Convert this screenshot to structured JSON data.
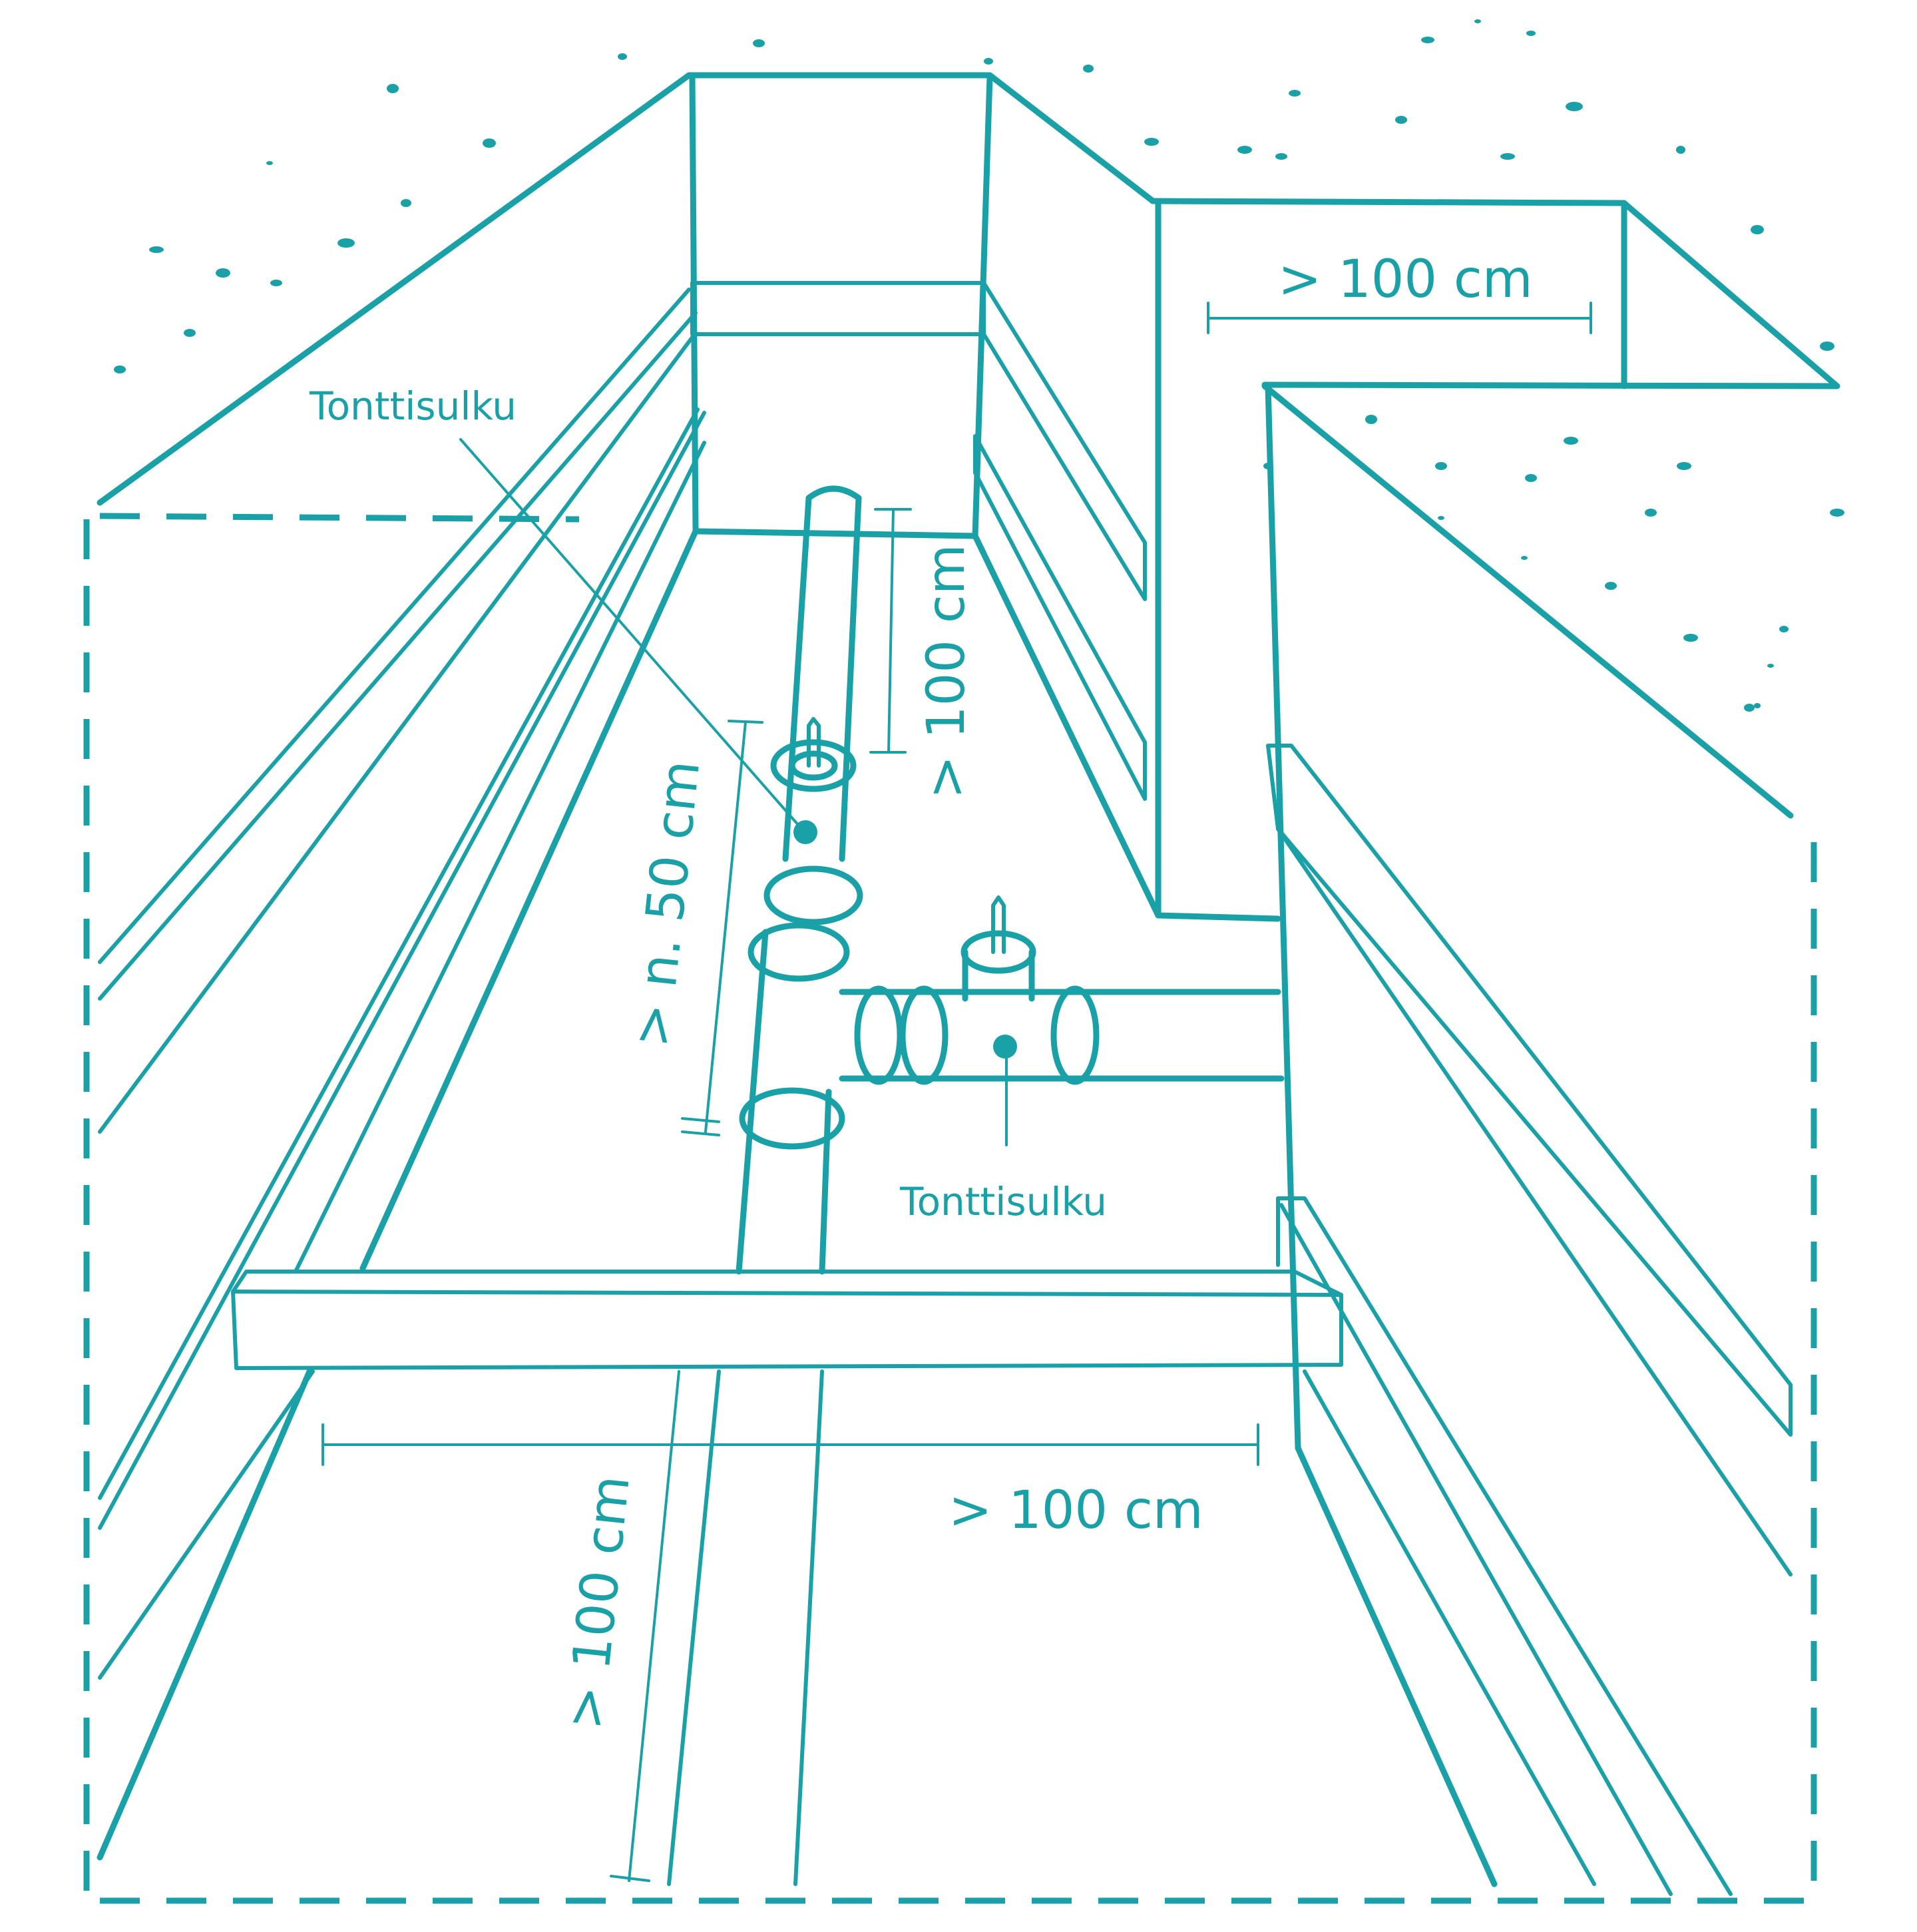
{
  "colors": {
    "line": "#1aa1a8",
    "background": "#ffffff"
  },
  "labels": {
    "valve_label_1": "Tonttisulku",
    "valve_label_2": "Tonttisulku",
    "dim_top_right": "> 100 cm",
    "dim_vertical_upper": "> 100 cm",
    "dim_vertical_left": "> n. 50 cm",
    "dim_horizontal_bottom": "> 100 cm",
    "dim_vertical_bottom": "> 100 cm"
  }
}
